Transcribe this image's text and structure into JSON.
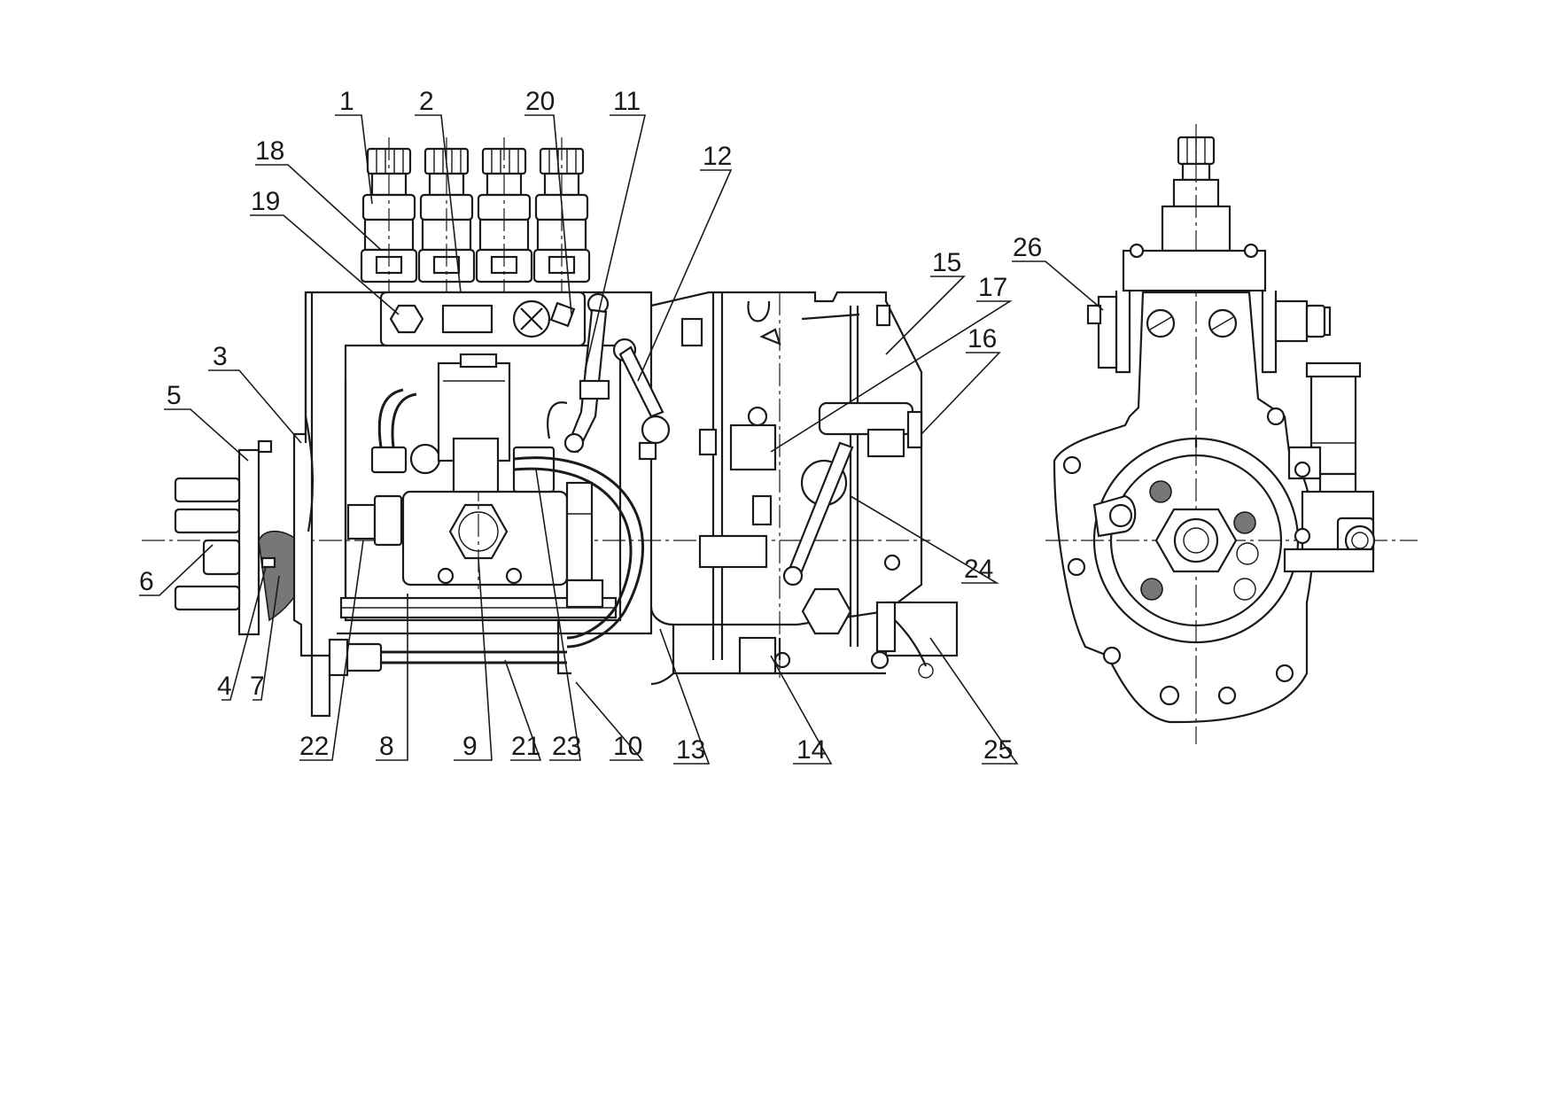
{
  "callouts": [
    {
      "id": "1",
      "label": "1"
    },
    {
      "id": "2",
      "label": "2"
    },
    {
      "id": "3",
      "label": "3"
    },
    {
      "id": "4",
      "label": "4"
    },
    {
      "id": "5",
      "label": "5"
    },
    {
      "id": "6",
      "label": "6"
    },
    {
      "id": "7",
      "label": "7"
    },
    {
      "id": "8",
      "label": "8"
    },
    {
      "id": "9",
      "label": "9"
    },
    {
      "id": "10",
      "label": "10"
    },
    {
      "id": "11",
      "label": "11"
    },
    {
      "id": "12",
      "label": "12"
    },
    {
      "id": "13",
      "label": "13"
    },
    {
      "id": "14",
      "label": "14"
    },
    {
      "id": "15",
      "label": "15"
    },
    {
      "id": "16",
      "label": "16"
    },
    {
      "id": "17",
      "label": "17"
    },
    {
      "id": "18",
      "label": "18"
    },
    {
      "id": "19",
      "label": "19"
    },
    {
      "id": "20",
      "label": "20"
    },
    {
      "id": "21",
      "label": "21"
    },
    {
      "id": "22",
      "label": "22"
    },
    {
      "id": "23",
      "label": "23"
    },
    {
      "id": "24",
      "label": "24"
    },
    {
      "id": "25",
      "label": "25"
    },
    {
      "id": "26",
      "label": "26"
    }
  ],
  "colors": {
    "ink": "#1a1a1a",
    "paper": "#ffffff",
    "hatch": "#777777"
  }
}
